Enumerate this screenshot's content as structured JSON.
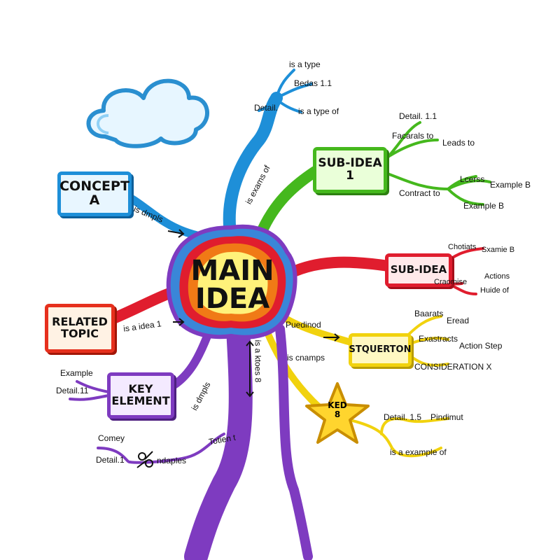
{
  "central": {
    "line1": "MAIN",
    "line2": "IDEA"
  },
  "nodes": {
    "concept_a": {
      "line1": "CONCEPT",
      "line2": "A"
    },
    "sub_idea_1": {
      "line1": "SUB-IDEA",
      "line2": "1"
    },
    "sub_idea_2": {
      "label": "SUB-IDEA"
    },
    "related_topic": {
      "line1": "RELATED",
      "line2": "TOPIC"
    },
    "key_element": {
      "line1": "KEY",
      "line2": "ELEMENT"
    },
    "stquerton": {
      "label": "STQUERTON"
    },
    "key_star": {
      "line1": "KED",
      "line2": "8"
    }
  },
  "links": {
    "concept_a": "is dmpls",
    "blue_branch": "is exams of",
    "related_topic": "is a idea 1",
    "key_element": "is dmpls",
    "purple_trunk": "is a ktoes 8",
    "yellow_upper": "Puedinod",
    "yellow_lower": "is cnamps",
    "purple_lower": "Totien t"
  },
  "leaves": {
    "blue": [
      "is a type",
      "Bedas 1.1",
      "Detail.",
      "is a type of"
    ],
    "green": [
      "Detail. 1.1",
      "Facarals to",
      "Leads to",
      "Contract to",
      "Lcerss",
      "Example B",
      "Example B"
    ],
    "red": [
      "Chotiats",
      "Sxamie B",
      "Craomise",
      "Actions",
      "Huide of"
    ],
    "yellow": [
      "Baarats",
      "Eread",
      "Exastracts",
      "Action Step",
      "CONSIDERATION X"
    ],
    "star": [
      "Detail. 1.5",
      "Pindimut",
      "is a example of"
    ],
    "key_left": [
      "Example",
      "Detail.11"
    ],
    "purple_bottom": [
      "Comey",
      "Detail.1",
      "ndaples"
    ]
  },
  "colors": {
    "blue": "#1e8fd8",
    "green": "#45b81d",
    "red": "#e01d2e",
    "yellow": "#f1d20e",
    "purple": "#7e3bc0",
    "orange": "#f07a16",
    "cloud": "#7fc9ee"
  },
  "icons": {
    "cloud": "cloud-icon",
    "star": "star-icon",
    "scissors": "scissors-icon"
  }
}
